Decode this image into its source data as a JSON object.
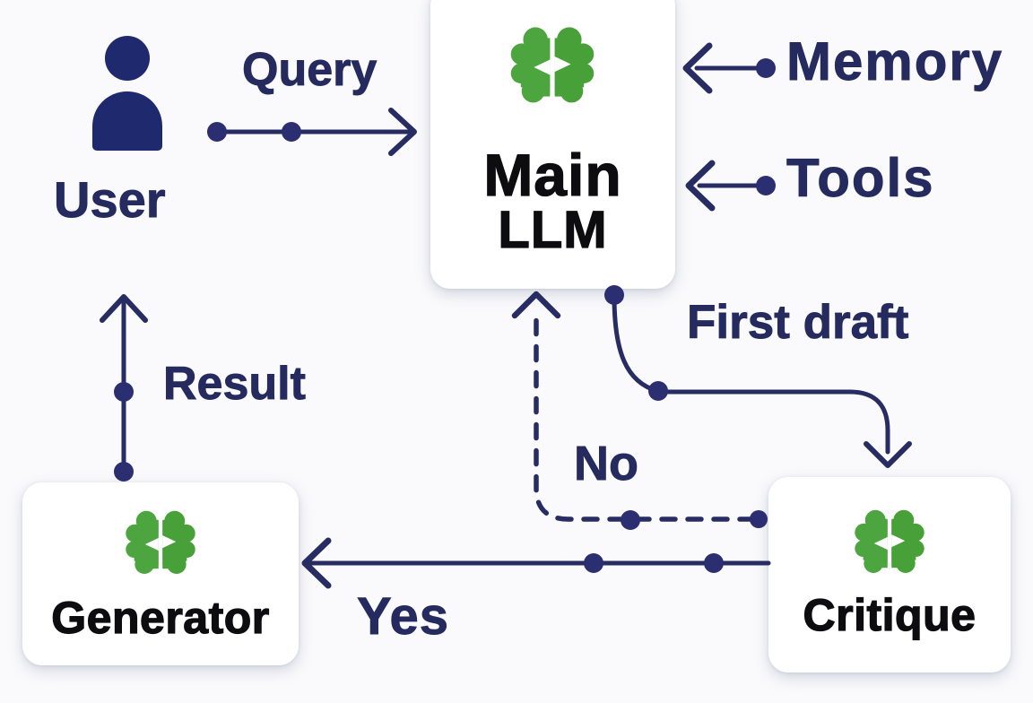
{
  "colors": {
    "line_navy": "#272d63",
    "text_navy": "#252b5e",
    "dot_indigo": "#2b2f72",
    "brain_green": "#4ca53e",
    "node_text_black": "#0d0d10",
    "card_background": "#ffffff",
    "page_background": "#fafafc"
  },
  "nodes": {
    "user": {
      "label": "User",
      "icon": "person-icon"
    },
    "main_llm": {
      "title_line1": "Main",
      "title_line2": "LLM",
      "icon": "brain-icon"
    },
    "generator": {
      "label": "Generator",
      "icon": "brain-icon"
    },
    "critique": {
      "label": "Critique",
      "icon": "brain-icon"
    }
  },
  "edges": {
    "query": {
      "label": "Query",
      "from": "user",
      "to": "main_llm",
      "style": "solid-arrow"
    },
    "memory": {
      "label": "Memory",
      "from": "memory-source",
      "to": "main_llm",
      "style": "solid-arrow"
    },
    "tools": {
      "label": "Tools",
      "from": "tools-source",
      "to": "main_llm",
      "style": "solid-arrow"
    },
    "first_draft": {
      "label": "First draft",
      "from": "main_llm",
      "to": "critique",
      "style": "solid-curved-arrow"
    },
    "no": {
      "label": "No",
      "from": "critique",
      "to": "main_llm",
      "style": "dashed-arrow"
    },
    "yes": {
      "label": "Yes",
      "from": "critique",
      "to": "generator",
      "style": "solid-arrow"
    },
    "result": {
      "label": "Result",
      "from": "generator",
      "to": "user",
      "style": "solid-arrow"
    }
  }
}
